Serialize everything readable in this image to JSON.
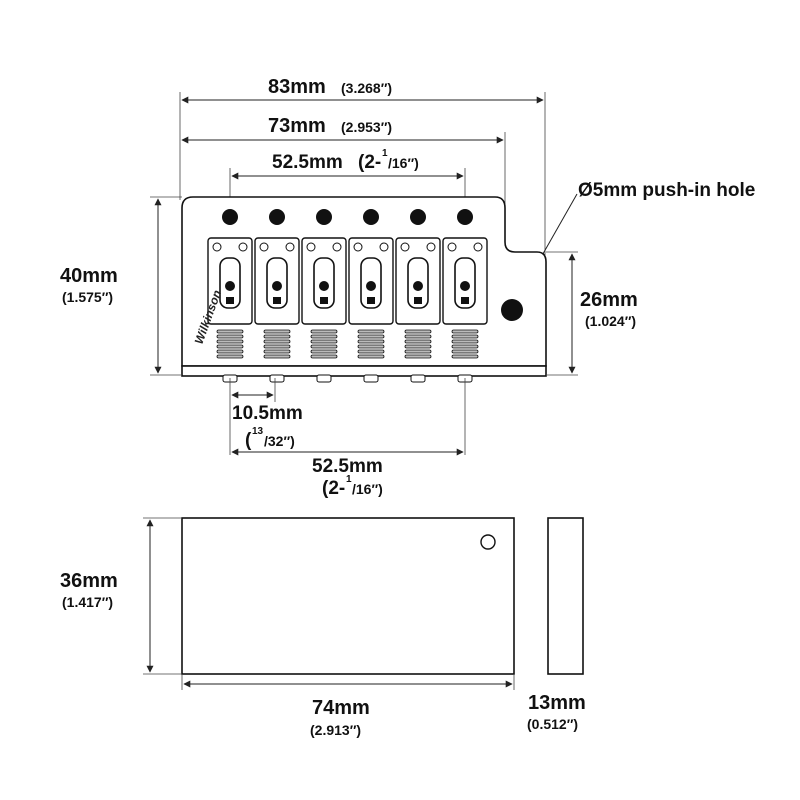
{
  "dimensions": {
    "overall_width": {
      "mm": "83mm",
      "inch": "(3.268″)"
    },
    "plate_width": {
      "mm": "73mm",
      "inch": "(2.953″)"
    },
    "string_spread_top": {
      "mm": "52.5mm",
      "inch_prefix": "(2-",
      "inch_num": "1",
      "inch_den": "/16″)"
    },
    "push_in_hole": {
      "label": "Ø5mm push-in hole"
    },
    "height": {
      "mm": "40mm",
      "inch": "(1.575″)"
    },
    "tail_height": {
      "mm": "26mm",
      "inch": "(1.024″)"
    },
    "string_spacing": {
      "mm": "10.5mm",
      "inch_prefix": "(",
      "inch_num": "13",
      "inch_den": "/32″)"
    },
    "string_spread_bottom": {
      "mm": "52.5mm",
      "inch_prefix": "(2-",
      "inch_num": "1",
      "inch_den": "/16″)"
    },
    "block_height": {
      "mm": "36mm",
      "inch": "(1.417″)"
    },
    "block_width": {
      "mm": "74mm",
      "inch": "(2.913″)"
    },
    "block_thickness": {
      "mm": "13mm",
      "inch": "(0.512″)"
    }
  },
  "diagram": {
    "saddle_count": 6,
    "logo_text": "Wilkinson"
  },
  "colors": {
    "line": "#111111",
    "fill": "#ffffff",
    "metal": "#bbbbbb"
  }
}
